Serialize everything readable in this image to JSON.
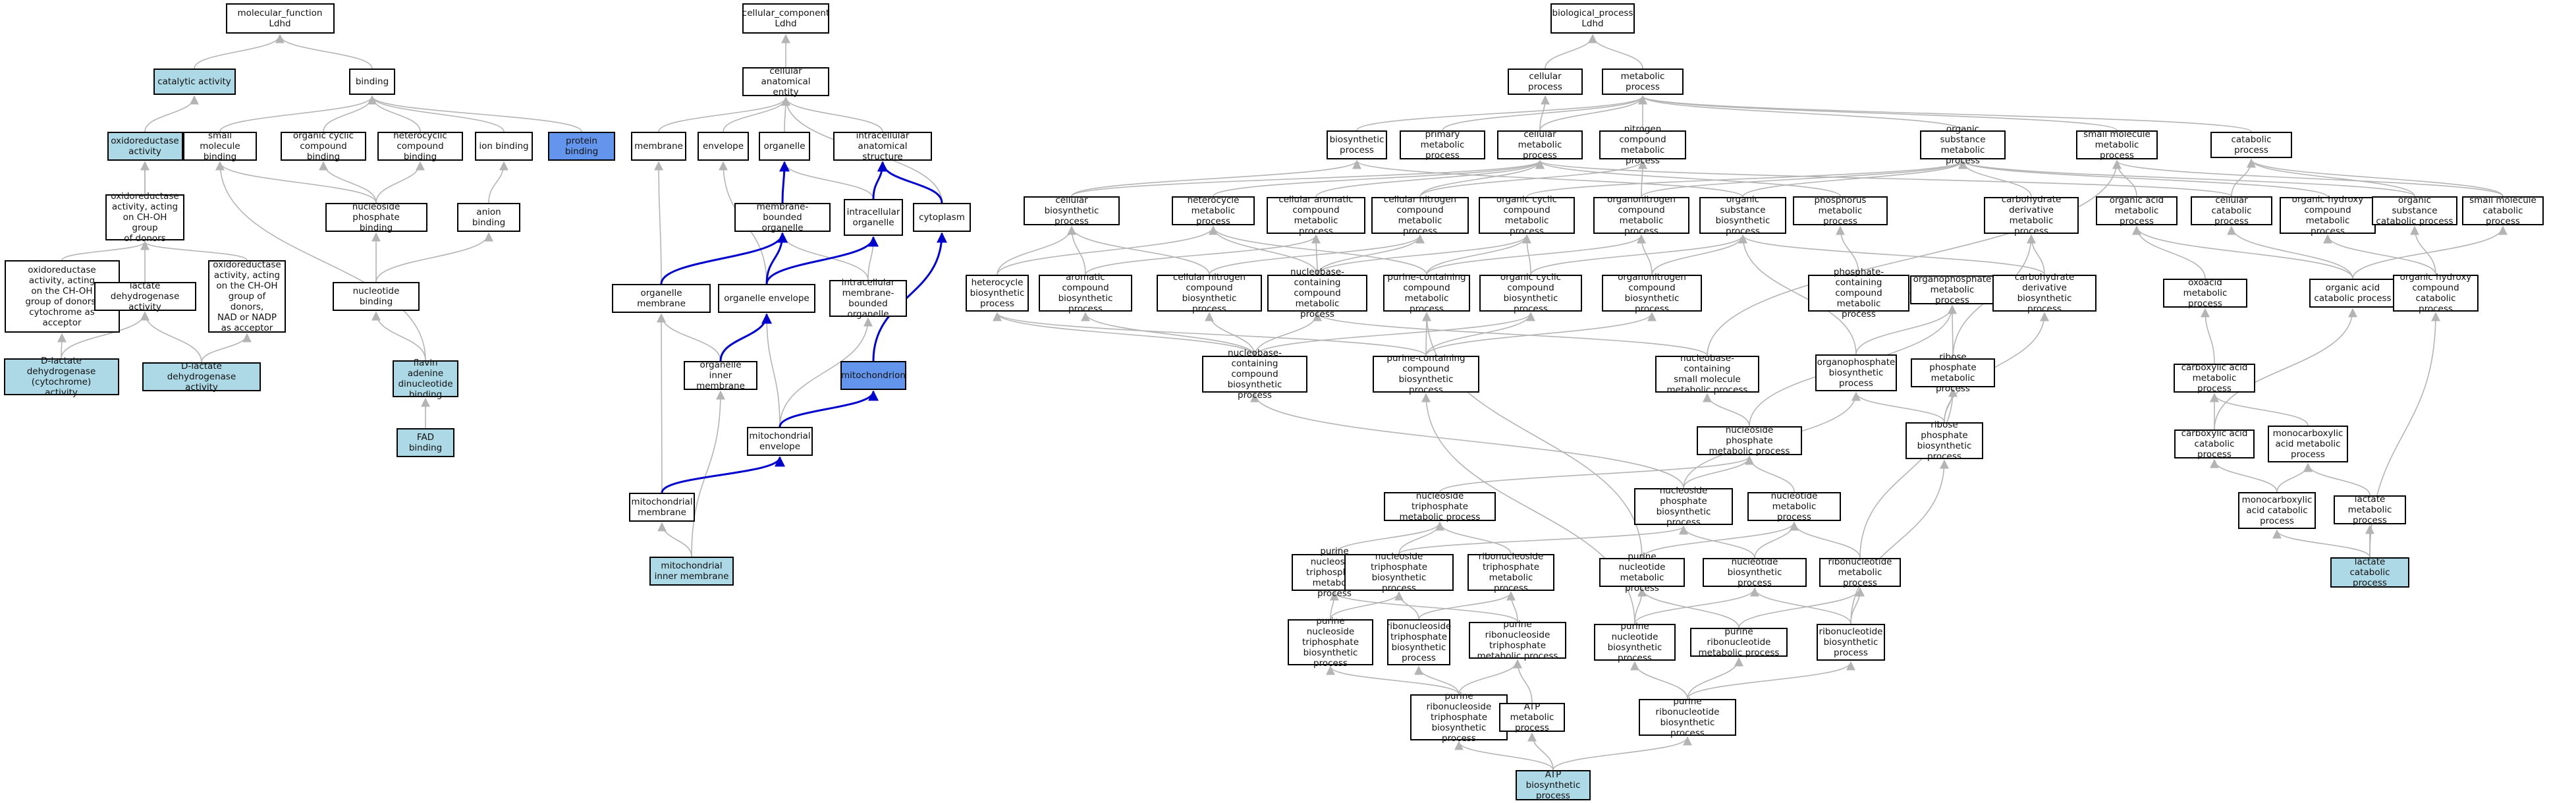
{
  "colors": {
    "light": "#add8e6",
    "blue": "#6495ed",
    "edge_grey": "#b4b4b4",
    "edge_blue": "#0000cd"
  },
  "nodes": [
    {
      "id": "mf",
      "label": "molecular_function\nLdhd",
      "fill": "white"
    },
    {
      "id": "cat",
      "label": "catalytic activity",
      "fill": "light"
    },
    {
      "id": "bind",
      "label": "binding",
      "fill": "white"
    },
    {
      "id": "oxr",
      "label": "oxidoreductase\nactivity",
      "fill": "light"
    },
    {
      "id": "smb",
      "label": "small molecule\nbinding",
      "fill": "white"
    },
    {
      "id": "occb",
      "label": "organic cyclic\ncompound binding",
      "fill": "white"
    },
    {
      "id": "hcb",
      "label": "heterocyclic\ncompound binding",
      "fill": "white"
    },
    {
      "id": "ionb",
      "label": "ion binding",
      "fill": "white"
    },
    {
      "id": "protb",
      "label": "protein binding",
      "fill": "blue"
    },
    {
      "id": "oxch",
      "label": "oxidoreductase\nactivity, acting\non CH-OH group\nof donors",
      "fill": "white"
    },
    {
      "id": "nucpb",
      "label": "nucleoside phosphate\nbinding",
      "fill": "white"
    },
    {
      "id": "anb",
      "label": "anion binding",
      "fill": "white"
    },
    {
      "id": "oxcyt",
      "label": "oxidoreductase\nactivity, acting\non the CH-OH\ngroup of donors,\ncytochrome as\nacceptor",
      "fill": "white"
    },
    {
      "id": "ldh",
      "label": "lactate dehydrogenase\nactivity",
      "fill": "white"
    },
    {
      "id": "oxnad",
      "label": "oxidoreductase\nactivity, acting\non the CH-OH\ngroup of donors,\nNAD or NADP\nas acceptor",
      "fill": "white"
    },
    {
      "id": "nucb",
      "label": "nucleotide binding",
      "fill": "white"
    },
    {
      "id": "dldhcyt",
      "label": "D-lactate dehydrogenase\n(cytochrome)\nactivity",
      "fill": "light"
    },
    {
      "id": "dldh",
      "label": "D-lactate dehydrogenase\nactivity",
      "fill": "light"
    },
    {
      "id": "fadnb",
      "label": "flavin adenine\ndinucleotide\nbinding",
      "fill": "light"
    },
    {
      "id": "fadb",
      "label": "FAD binding",
      "fill": "light"
    },
    {
      "id": "cc",
      "label": "cellular_component\nLdhd",
      "fill": "white"
    },
    {
      "id": "cae",
      "label": "cellular anatomical\nentity",
      "fill": "white"
    },
    {
      "id": "membrane",
      "label": "membrane",
      "fill": "white"
    },
    {
      "id": "envelope",
      "label": "envelope",
      "fill": "white"
    },
    {
      "id": "organelle",
      "label": "organelle",
      "fill": "white"
    },
    {
      "id": "ias",
      "label": "intracellular\nanatomical structure",
      "fill": "white"
    },
    {
      "id": "mbo",
      "label": "membrane-bounded\norganelle",
      "fill": "white"
    },
    {
      "id": "io",
      "label": "intracellular\norganelle",
      "fill": "white"
    },
    {
      "id": "cyto",
      "label": "cytoplasm",
      "fill": "white"
    },
    {
      "id": "om",
      "label": "organelle membrane",
      "fill": "white"
    },
    {
      "id": "oe",
      "label": "organelle envelope",
      "fill": "white"
    },
    {
      "id": "imbo",
      "label": "intracellular\nmembrane-bounded\norganelle",
      "fill": "white"
    },
    {
      "id": "oim",
      "label": "organelle inner\nmembrane",
      "fill": "white"
    },
    {
      "id": "mito",
      "label": "mitochondrion",
      "fill": "blue"
    },
    {
      "id": "me",
      "label": "mitochondrial\nenvelope",
      "fill": "white"
    },
    {
      "id": "mm",
      "label": "mitochondrial\nmembrane",
      "fill": "white"
    },
    {
      "id": "mim",
      "label": "mitochondrial\ninner membrane",
      "fill": "light"
    },
    {
      "id": "bp",
      "label": "biological_process\nLdhd",
      "fill": "white"
    },
    {
      "id": "cp",
      "label": "cellular process",
      "fill": "white"
    },
    {
      "id": "mp",
      "label": "metabolic process",
      "fill": "white"
    },
    {
      "id": "bsp",
      "label": "biosynthetic\nprocess",
      "fill": "white"
    },
    {
      "id": "pmp",
      "label": "primary metabolic\nprocess",
      "fill": "white"
    },
    {
      "id": "cmp",
      "label": "cellular metabolic\nprocess",
      "fill": "white"
    },
    {
      "id": "ncmp",
      "label": "nitrogen compound\nmetabolic process",
      "fill": "white"
    },
    {
      "id": "osmp",
      "label": "organic substance\nmetabolic process",
      "fill": "white"
    },
    {
      "id": "smmp",
      "label": "small molecule\nmetabolic process",
      "fill": "white"
    },
    {
      "id": "catp",
      "label": "catabolic process",
      "fill": "white"
    },
    {
      "id": "cbp",
      "label": "cellular biosynthetic\nprocess",
      "fill": "white"
    },
    {
      "id": "hmp",
      "label": "heterocycle\nmetabolic process",
      "fill": "white"
    },
    {
      "id": "cacmp",
      "label": "cellular aromatic\ncompound metabolic\nprocess",
      "fill": "white"
    },
    {
      "id": "cncmp",
      "label": "cellular nitrogen\ncompound metabolic\nprocess",
      "fill": "white"
    },
    {
      "id": "occmp",
      "label": "organic cyclic\ncompound metabolic\nprocess",
      "fill": "white"
    },
    {
      "id": "oncmp",
      "label": "organonitrogen\ncompound metabolic\nprocess",
      "fill": "white"
    },
    {
      "id": "osbp",
      "label": "organic substance\nbiosynthetic\nprocess",
      "fill": "white"
    },
    {
      "id": "phmp",
      "label": "phosphorus metabolic\nprocess",
      "fill": "white"
    },
    {
      "id": "cdmp",
      "label": "carbohydrate\nderivative metabolic\nprocess",
      "fill": "white"
    },
    {
      "id": "oamp",
      "label": "organic acid\nmetabolic process",
      "fill": "white"
    },
    {
      "id": "ccp",
      "label": "cellular catabolic\nprocess",
      "fill": "white"
    },
    {
      "id": "ohcmp",
      "label": "organic hydroxy\ncompound metabolic\nprocess",
      "fill": "white"
    },
    {
      "id": "oscp",
      "label": "organic substance\ncatabolic process",
      "fill": "white"
    },
    {
      "id": "smcp",
      "label": "small molecule\ncatabolic process",
      "fill": "white"
    },
    {
      "id": "hbp",
      "label": "heterocycle\nbiosynthetic\nprocess",
      "fill": "white"
    },
    {
      "id": "acbp",
      "label": "aromatic compound\nbiosynthetic\nprocess",
      "fill": "white"
    },
    {
      "id": "cncbp",
      "label": "cellular nitrogen\ncompound biosynthetic\nprocess",
      "fill": "white"
    },
    {
      "id": "nbccmp",
      "label": "nucleobase-containing\ncompound metabolic\nprocess",
      "fill": "white"
    },
    {
      "id": "pccmp",
      "label": "purine-containing\ncompound metabolic\nprocess",
      "fill": "white"
    },
    {
      "id": "occbp",
      "label": "organic cyclic\ncompound biosynthetic\nprocess",
      "fill": "white"
    },
    {
      "id": "oncbp",
      "label": "organonitrogen\ncompound biosynthetic\nprocess",
      "fill": "white"
    },
    {
      "id": "pcmp",
      "label": "phosphate-containing\ncompound metabolic\nprocess",
      "fill": "white"
    },
    {
      "id": "opmp",
      "label": "organophosphate\nmetabolic process",
      "fill": "white"
    },
    {
      "id": "cdbp",
      "label": "carbohydrate\nderivative biosynthetic\nprocess",
      "fill": "white"
    },
    {
      "id": "oxamp",
      "label": "oxoacid metabolic\nprocess",
      "fill": "white"
    },
    {
      "id": "oacp",
      "label": "organic acid\ncatabolic process",
      "fill": "white"
    },
    {
      "id": "ohccp",
      "label": "organic hydroxy\ncompound catabolic\nprocess",
      "fill": "white"
    },
    {
      "id": "nbccbp",
      "label": "nucleobase-containing\ncompound biosynthetic\nprocess",
      "fill": "white"
    },
    {
      "id": "pccbp",
      "label": "purine-containing\ncompound biosynthetic\nprocess",
      "fill": "white"
    },
    {
      "id": "nbsmmp",
      "label": "nucleobase-containing\nsmall molecule\nmetabolic process",
      "fill": "white"
    },
    {
      "id": "opbp",
      "label": "organophosphate\nbiosynthetic\nprocess",
      "fill": "white"
    },
    {
      "id": "rpmp",
      "label": "ribose phosphate\nmetabolic process",
      "fill": "white"
    },
    {
      "id": "camp",
      "label": "carboxylic acid\nmetabolic process",
      "fill": "white"
    },
    {
      "id": "nspmp",
      "label": "nucleoside phosphate\nmetabolic process",
      "fill": "white"
    },
    {
      "id": "rpbp",
      "label": "ribose phosphate\nbiosynthetic\nprocess",
      "fill": "white"
    },
    {
      "id": "cacp",
      "label": "carboxylic acid\ncatabolic process",
      "fill": "white"
    },
    {
      "id": "mcamp",
      "label": "monocarboxylic\nacid metabolic\nprocess",
      "fill": "white"
    },
    {
      "id": "ntpmp",
      "label": "nucleoside triphosphate\nmetabolic process",
      "fill": "white"
    },
    {
      "id": "nspbp",
      "label": "nucleoside phosphate\nbiosynthetic\nprocess",
      "fill": "white"
    },
    {
      "id": "ntmp",
      "label": "nucleotide metabolic\nprocess",
      "fill": "white"
    },
    {
      "id": "mcacp",
      "label": "monocarboxylic\nacid catabolic\nprocess",
      "fill": "white"
    },
    {
      "id": "lmp",
      "label": "lactate metabolic\nprocess",
      "fill": "white"
    },
    {
      "id": "pntpmp",
      "label": "purine nucleoside\ntriphosphate\nmetabolic process",
      "fill": "white"
    },
    {
      "id": "ntpbp",
      "label": "nucleoside triphosphate\nbiosynthetic\nprocess",
      "fill": "white"
    },
    {
      "id": "rntpmp",
      "label": "ribonucleoside\ntriphosphate\nmetabolic process",
      "fill": "white"
    },
    {
      "id": "pnmp",
      "label": "purine nucleotide\nmetabolic process",
      "fill": "white"
    },
    {
      "id": "ntbp",
      "label": "nucleotide biosynthetic\nprocess",
      "fill": "white"
    },
    {
      "id": "rnmp",
      "label": "ribonucleotide\nmetabolic process",
      "fill": "white"
    },
    {
      "id": "lcp",
      "label": "lactate catabolic\nprocess",
      "fill": "light"
    },
    {
      "id": "pntpbp",
      "label": "purine nucleoside\ntriphosphate\nbiosynthetic\nprocess",
      "fill": "white"
    },
    {
      "id": "rntpbp",
      "label": "ribonucleoside\ntriphosphate\nbiosynthetic\nprocess",
      "fill": "white"
    },
    {
      "id": "prntpmp",
      "label": "purine ribonucleoside\ntriphosphate\nmetabolic process",
      "fill": "white"
    },
    {
      "id": "pnbp",
      "label": "purine nucleotide\nbiosynthetic\nprocess",
      "fill": "white"
    },
    {
      "id": "prnmp",
      "label": "purine ribonucleotide\nmetabolic process",
      "fill": "white"
    },
    {
      "id": "rnbp",
      "label": "ribonucleotide\nbiosynthetic\nprocess",
      "fill": "white"
    },
    {
      "id": "prntpbp",
      "label": "purine ribonucleoside\ntriphosphate\nbiosynthetic\nprocess",
      "fill": "white"
    },
    {
      "id": "atpmp",
      "label": "ATP metabolic\nprocess",
      "fill": "white"
    },
    {
      "id": "prnbp",
      "label": "purine ribonucleotide\nbiosynthetic\nprocess",
      "fill": "white"
    },
    {
      "id": "atpbp",
      "label": "ATP biosynthetic\nprocess",
      "fill": "light"
    }
  ],
  "edges": [
    [
      "cat",
      "mf"
    ],
    [
      "bind",
      "mf"
    ],
    [
      "oxr",
      "cat"
    ],
    [
      "smb",
      "bind"
    ],
    [
      "occb",
      "bind"
    ],
    [
      "hcb",
      "bind"
    ],
    [
      "ionb",
      "bind"
    ],
    [
      "protb",
      "bind"
    ],
    [
      "oxch",
      "oxr"
    ],
    [
      "nucpb",
      "smb"
    ],
    [
      "nucpb",
      "occb"
    ],
    [
      "nucpb",
      "hcb"
    ],
    [
      "anb",
      "ionb"
    ],
    [
      "oxcyt",
      "oxch"
    ],
    [
      "ldh",
      "oxr"
    ],
    [
      "oxnad",
      "oxch"
    ],
    [
      "nucb",
      "nucpb"
    ],
    [
      "nucb",
      "anb"
    ],
    [
      "dldhcyt",
      "oxcyt"
    ],
    [
      "dldhcyt",
      "ldh"
    ],
    [
      "dldh",
      "ldh"
    ],
    [
      "dldh",
      "oxnad"
    ],
    [
      "fadnb",
      "nucb"
    ],
    [
      "fadnb",
      "smb"
    ],
    [
      "fadb",
      "fadnb"
    ],
    [
      "cae",
      "cc"
    ],
    [
      "membrane",
      "cae"
    ],
    [
      "envelope",
      "cae"
    ],
    [
      "organelle",
      "cae"
    ],
    [
      "ias",
      "cae"
    ],
    [
      "cyto",
      "cae"
    ],
    [
      "mbo",
      "organelle"
    ],
    [
      "io",
      "organelle"
    ],
    [
      "io",
      "ias"
    ],
    [
      "om",
      "membrane"
    ],
    [
      "om",
      "mbo"
    ],
    [
      "oe",
      "envelope"
    ],
    [
      "oe",
      "mbo"
    ],
    [
      "imbo",
      "mbo"
    ],
    [
      "imbo",
      "io"
    ],
    [
      "oim",
      "om"
    ],
    [
      "me",
      "oe"
    ],
    [
      "me",
      "imbo"
    ],
    [
      "mm",
      "om"
    ],
    [
      "mim",
      "oim"
    ],
    [
      "mim",
      "mm"
    ],
    [
      "cp",
      "bp"
    ],
    [
      "mp",
      "bp"
    ],
    [
      "bsp",
      "mp"
    ],
    [
      "pmp",
      "mp"
    ],
    [
      "cmp",
      "cp"
    ],
    [
      "cmp",
      "mp"
    ],
    [
      "ncmp",
      "mp"
    ],
    [
      "osmp",
      "mp"
    ],
    [
      "smmp",
      "mp"
    ],
    [
      "catp",
      "mp"
    ],
    [
      "cbp",
      "cmp"
    ],
    [
      "cbp",
      "bsp"
    ],
    [
      "hmp",
      "cmp"
    ],
    [
      "cacmp",
      "cmp"
    ],
    [
      "cncmp",
      "cmp"
    ],
    [
      "cncmp",
      "ncmp"
    ],
    [
      "occmp",
      "osmp"
    ],
    [
      "oncmp",
      "ncmp"
    ],
    [
      "oncmp",
      "osmp"
    ],
    [
      "osbp",
      "osmp"
    ],
    [
      "osbp",
      "bsp"
    ],
    [
      "phmp",
      "cmp"
    ],
    [
      "cdmp",
      "osmp"
    ],
    [
      "oamp",
      "smmp"
    ],
    [
      "ccp",
      "catp"
    ],
    [
      "ccp",
      "cmp"
    ],
    [
      "ohcmp",
      "osmp"
    ],
    [
      "oscp",
      "catp"
    ],
    [
      "oscp",
      "osmp"
    ],
    [
      "smcp",
      "smmp"
    ],
    [
      "smcp",
      "catp"
    ],
    [
      "hbp",
      "hmp"
    ],
    [
      "hbp",
      "cbp"
    ],
    [
      "acbp",
      "cacmp"
    ],
    [
      "acbp",
      "cbp"
    ],
    [
      "cncbp",
      "cncmp"
    ],
    [
      "cncbp",
      "cbp"
    ],
    [
      "nbccmp",
      "hmp"
    ],
    [
      "nbccmp",
      "cacmp"
    ],
    [
      "nbccmp",
      "cncmp"
    ],
    [
      "nbccmp",
      "occmp"
    ],
    [
      "pccmp",
      "hmp"
    ],
    [
      "pccmp",
      "occmp"
    ],
    [
      "pccmp",
      "oncmp"
    ],
    [
      "occbp",
      "occmp"
    ],
    [
      "occbp",
      "osbp"
    ],
    [
      "oncbp",
      "oncmp"
    ],
    [
      "oncbp",
      "osbp"
    ],
    [
      "pcmp",
      "phmp"
    ],
    [
      "opmp",
      "pcmp"
    ],
    [
      "cdbp",
      "cdmp"
    ],
    [
      "cdbp",
      "osbp"
    ],
    [
      "oxamp",
      "oamp"
    ],
    [
      "oacp",
      "oamp"
    ],
    [
      "oacp",
      "ccp"
    ],
    [
      "oacp",
      "smcp"
    ],
    [
      "ohccp",
      "ohcmp"
    ],
    [
      "ohccp",
      "oscp"
    ],
    [
      "nbccbp",
      "nbccmp"
    ],
    [
      "nbccbp",
      "hbp"
    ],
    [
      "nbccbp",
      "acbp"
    ],
    [
      "nbccbp",
      "cncbp"
    ],
    [
      "nbccbp",
      "occbp"
    ],
    [
      "pccbp",
      "pccmp"
    ],
    [
      "pccbp",
      "hbp"
    ],
    [
      "pccbp",
      "occbp"
    ],
    [
      "pccbp",
      "oncbp"
    ],
    [
      "nbsmmp",
      "nbccmp"
    ],
    [
      "nbsmmp",
      "smmp"
    ],
    [
      "opbp",
      "opmp"
    ],
    [
      "opbp",
      "osbp"
    ],
    [
      "rpmp",
      "cdmp"
    ],
    [
      "rpmp",
      "opmp"
    ],
    [
      "camp",
      "oxamp"
    ],
    [
      "nspmp",
      "nbsmmp"
    ],
    [
      "nspmp",
      "opmp"
    ],
    [
      "rpbp",
      "rpmp"
    ],
    [
      "rpbp",
      "cdbp"
    ],
    [
      "rpbp",
      "opbp"
    ],
    [
      "cacp",
      "camp"
    ],
    [
      "cacp",
      "oacp"
    ],
    [
      "mcamp",
      "camp"
    ],
    [
      "ntpmp",
      "nspmp"
    ],
    [
      "nspbp",
      "nspmp"
    ],
    [
      "nspbp",
      "opbp"
    ],
    [
      "nspbp",
      "nbccbp"
    ],
    [
      "ntmp",
      "nspmp"
    ],
    [
      "mcacp",
      "mcamp"
    ],
    [
      "mcacp",
      "cacp"
    ],
    [
      "lmp",
      "mcamp"
    ],
    [
      "pntpmp",
      "ntpmp"
    ],
    [
      "ntpbp",
      "ntpmp"
    ],
    [
      "ntpbp",
      "nspbp"
    ],
    [
      "rntpmp",
      "ntpmp"
    ],
    [
      "pnmp",
      "ntmp"
    ],
    [
      "pnmp",
      "pccmp"
    ],
    [
      "ntbp",
      "ntmp"
    ],
    [
      "ntbp",
      "nspbp"
    ],
    [
      "rnmp",
      "ntmp"
    ],
    [
      "rnmp",
      "rpmp"
    ],
    [
      "lcp",
      "lmp"
    ],
    [
      "lcp",
      "mcacp"
    ],
    [
      "lcp",
      "ohccp"
    ],
    [
      "pntpbp",
      "pntpmp"
    ],
    [
      "pntpbp",
      "ntpbp"
    ],
    [
      "rntpbp",
      "rntpmp"
    ],
    [
      "rntpbp",
      "ntpbp"
    ],
    [
      "prntpmp",
      "pntpmp"
    ],
    [
      "prntpmp",
      "rntpmp"
    ],
    [
      "pnbp",
      "pnmp"
    ],
    [
      "pnbp",
      "ntbp"
    ],
    [
      "pnbp",
      "pccbp"
    ],
    [
      "prnmp",
      "pnmp"
    ],
    [
      "prnmp",
      "rnmp"
    ],
    [
      "rnbp",
      "rnmp"
    ],
    [
      "rnbp",
      "ntbp"
    ],
    [
      "rnbp",
      "rpbp"
    ],
    [
      "prntpbp",
      "prntpmp"
    ],
    [
      "prntpbp",
      "pntpbp"
    ],
    [
      "prntpbp",
      "rntpbp"
    ],
    [
      "atpmp",
      "prntpmp"
    ],
    [
      "prnbp",
      "prnmp"
    ],
    [
      "prnbp",
      "pnbp"
    ],
    [
      "prnbp",
      "rnbp"
    ],
    [
      "atpbp",
      "atpmp"
    ],
    [
      "atpbp",
      "prntpbp"
    ],
    [
      "atpbp",
      "prnbp"
    ]
  ],
  "blue_edges": [
    [
      "mbo",
      "organelle"
    ],
    [
      "io",
      "ias"
    ],
    [
      "cyto",
      "ias"
    ],
    [
      "om",
      "mbo"
    ],
    [
      "oe",
      "mbo"
    ],
    [
      "oe",
      "io"
    ],
    [
      "mito",
      "cyto"
    ],
    [
      "oim",
      "oe"
    ],
    [
      "me",
      "mito"
    ],
    [
      "mm",
      "me"
    ]
  ]
}
